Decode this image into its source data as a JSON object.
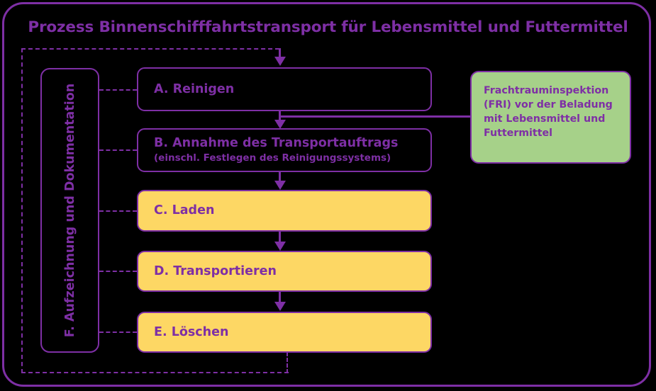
{
  "diagram": {
    "title": "Prozess Binnenschifffahrtstransport für Lebensmittel und Futtermittel",
    "theme": {
      "background": "#000000",
      "accent_purple": "#7E2FA5",
      "box_yellow": "#FDD764",
      "note_green": "#A6D189"
    },
    "steps": [
      {
        "id": "A",
        "label": "A. Reinigen",
        "sub": "",
        "fill": "none"
      },
      {
        "id": "B",
        "label": "B. Annahme des Transportauftrags",
        "sub": "(einschl. Festlegen des Reinigungssystems)",
        "fill": "none"
      },
      {
        "id": "C",
        "label": "C. Laden",
        "sub": "",
        "fill": "yellow"
      },
      {
        "id": "D",
        "label": "D. Transportieren",
        "sub": "",
        "fill": "yellow"
      },
      {
        "id": "E",
        "label": "E. Löschen",
        "sub": "",
        "fill": "yellow"
      }
    ],
    "documentation": {
      "label": "F. Aufzeichnung und Dokumentation",
      "orientation": "vertical-bottom-to-top"
    },
    "note": {
      "label": "Frachtrauminspektion (FRI) vor der Beladung mit Lebensmittel und Futtermittel",
      "line1": "Frachtrauminspektion",
      "line2": "(FRI) vor der Beladung",
      "line3": "mit Lebensmittel und",
      "line4": "Futtermittel"
    }
  }
}
